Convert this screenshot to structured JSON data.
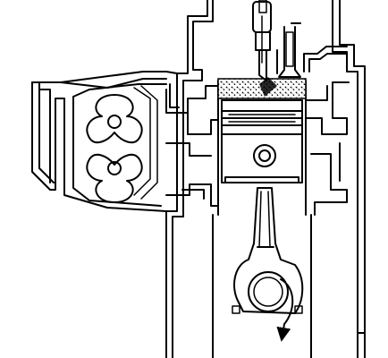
{
  "diagram": {
    "palette": {
      "line": "#000000",
      "background": "#ffffff",
      "charge": "#bfbfbf"
    },
    "components": [
      "engine-block",
      "roots-blower",
      "intake-duct",
      "exhaust-valve",
      "fuel-injector",
      "combustion-chamber",
      "piston",
      "connecting-rod",
      "crankshaft"
    ],
    "crankshaft": {
      "rotation": "clockwise"
    }
  }
}
